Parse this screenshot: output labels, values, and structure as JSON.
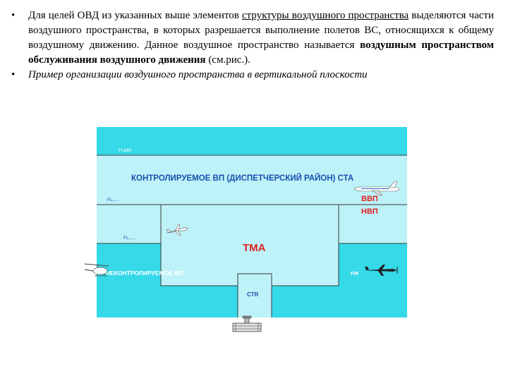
{
  "text": {
    "bullet_mark": "•",
    "p1_a": "Для целей ОВД из указанных выше элементов ",
    "p1_link": "структуры воздушного пространства",
    "p1_b": " выделяются части воздушного пространства, в которых разрешается выполнение полетов ВС, относящихся к общему воздушному движению. Данное воздушное пространство называется ",
    "p1_bold": "воздушным пространством обслуживания воздушного движения",
    "p1_c": " (см.рис.).",
    "p2": "Пример организации воздушного пространства в вертикальной плоскости"
  },
  "diagram": {
    "fl660": "FL660",
    "fl_mid": "FL.....",
    "fl_low": "FL.....",
    "controlled_title": "КОНТРОЛИРУЕМОЕ ВП (ДИСПЕТЧЕРСКИЙ РАЙОН) СТА",
    "vvp": "ВВП",
    "nvp": "НВП",
    "tma": "TMA",
    "ctr": "CTR",
    "uncontrolled": "НЕКОНТРОЛИРУЕМОЕ ВП",
    "fir": "FIR",
    "colors": {
      "cyan": "#35d9e8",
      "light": "#bdf2f8",
      "title_blue": "#1a4fb0",
      "red": "#e02020"
    }
  }
}
